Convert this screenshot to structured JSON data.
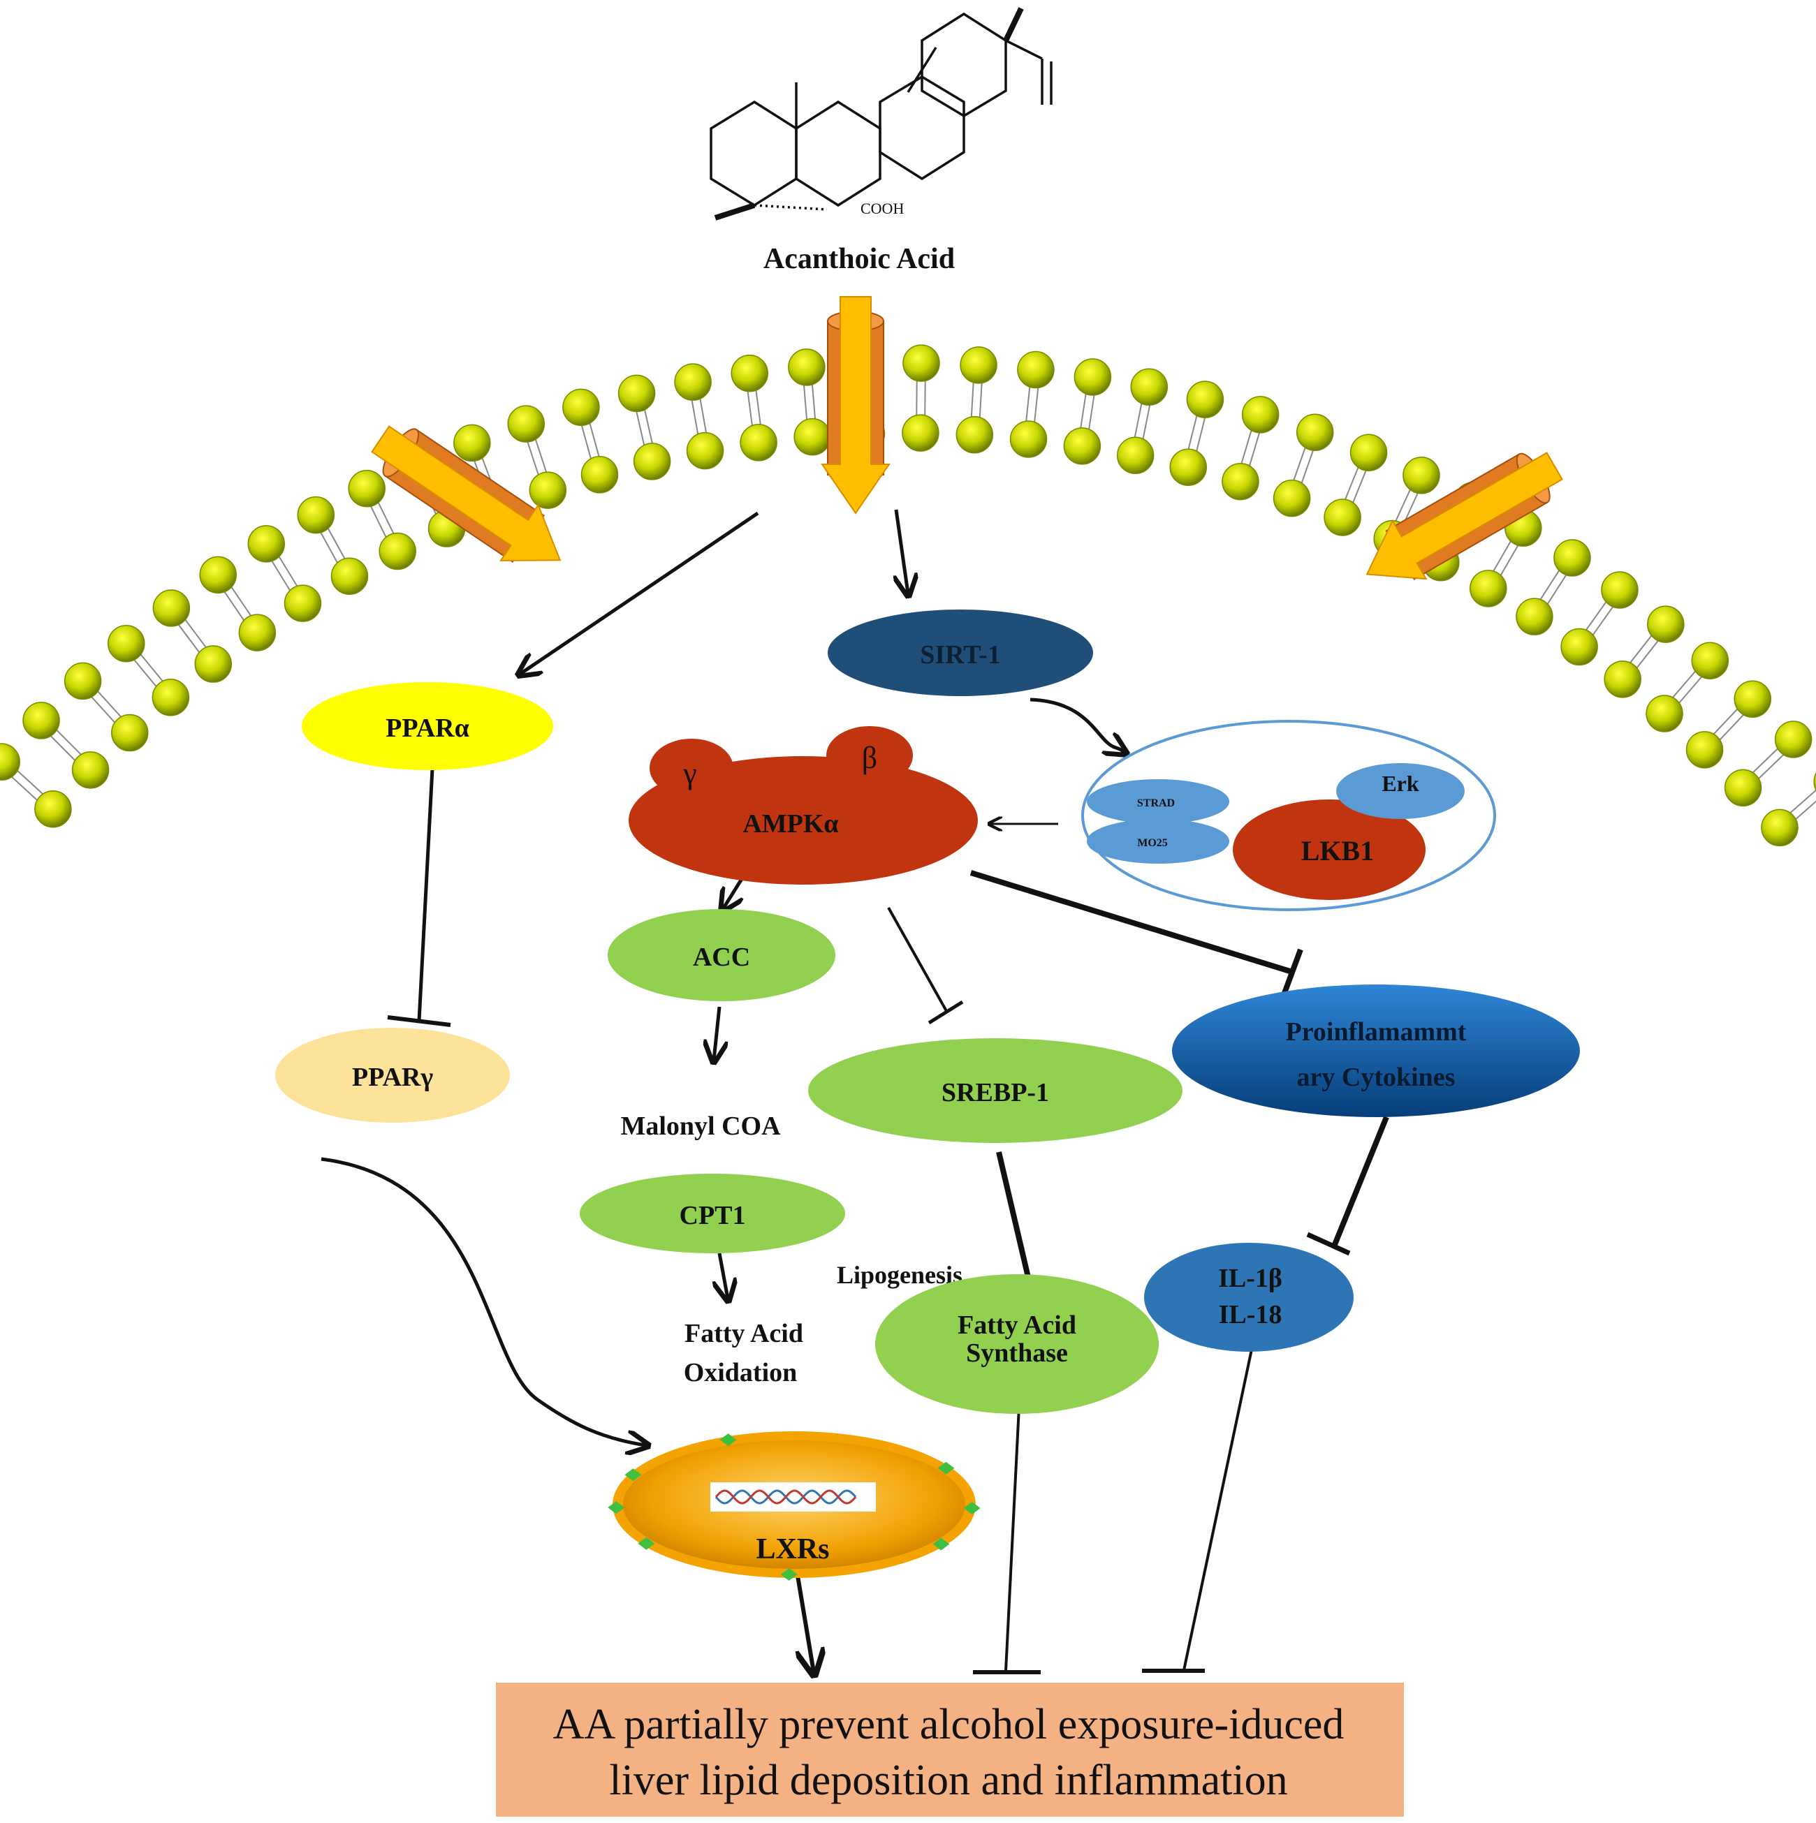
{
  "compound": {
    "name": "Acanthoic Acid",
    "cooh_label": "COOH"
  },
  "nodes": {
    "ppar_alpha": "PPARα",
    "ppar_gamma": "PPARγ",
    "sirt1": "SIRT-1",
    "ampk": "AMPKα",
    "ampk_gamma": "γ",
    "ampk_beta": "β",
    "lkb1": "LKB1",
    "strad": "STRAD",
    "mo25": "MO25",
    "erk": "Erk",
    "acc": "ACC",
    "malonyl": "Malonyl COA",
    "cpt1": "CPT1",
    "fao_line1": "Fatty Acid",
    "fao_line2": "Oxidation",
    "srebp1": "SREBP-1",
    "lipogenesis": "Lipogenesis",
    "fas_line1": "Fatty Acid",
    "fas_line2": "Synthase",
    "cytokines_line1": "Proinflamammt",
    "cytokines_line2": "ary Cytokines",
    "il1b": "IL-1β",
    "il18": "IL-18",
    "lxrs": "LXRs"
  },
  "conclusion": {
    "line1": "AA partially prevent alcohol exposure-iduced",
    "line2": "liver lipid deposition and inflammation"
  },
  "colors": {
    "membrane_head": "#b5c800",
    "membrane_tail": "#888888",
    "channel_orange": "#e07b22",
    "channel_arrow": "#ffbf00",
    "ppar_alpha": "#ffff00",
    "ppar_gamma": "#fde39a",
    "sirt1": "#1f4e79",
    "ampk": "#c0350f",
    "lkb1_complex_border": "#5b9bd5",
    "light_blue": "#5b9bd5",
    "green": "#92d050",
    "cytokines": "#0b5aa5",
    "il": "#2e75b6",
    "lxr_fill": "#f4a300",
    "conclusion_bg": "#f4b183"
  }
}
